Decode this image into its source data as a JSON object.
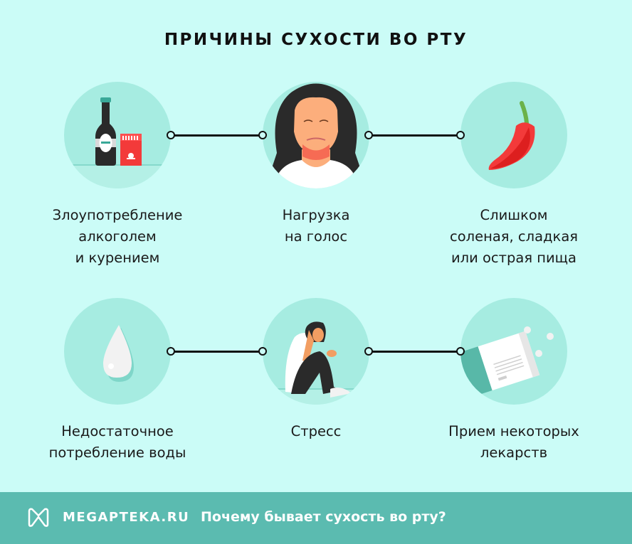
{
  "title": "ПРИЧИНЫ СУХОСТИ ВО РТУ",
  "colors": {
    "background": "#cbfcf7",
    "circle": "#a6ece1",
    "footer": "#5bbbb0",
    "text": "#1a1a1a"
  },
  "causes": [
    {
      "icon": "alcohol-cigarettes-icon",
      "lines": [
        "Злоупотребление",
        "алкоголем",
        "и курением"
      ]
    },
    {
      "icon": "woman-sore-throat-icon",
      "lines": [
        "Нагрузка",
        "на голос"
      ]
    },
    {
      "icon": "chili-pepper-icon",
      "lines": [
        "Слишком",
        "соленая, сладкая",
        "или острая пища"
      ]
    },
    {
      "icon": "water-drop-icon",
      "lines": [
        "Недостаточное",
        "потребление воды"
      ]
    },
    {
      "icon": "stressed-person-icon",
      "lines": [
        "Стресс"
      ]
    },
    {
      "icon": "medicine-box-icon",
      "lines": [
        "Прием некоторых",
        "лекарств"
      ]
    }
  ],
  "footer": {
    "brand": "MEGAPTEKA.RU",
    "tagline": "Почему бывает сухость во рту?"
  }
}
